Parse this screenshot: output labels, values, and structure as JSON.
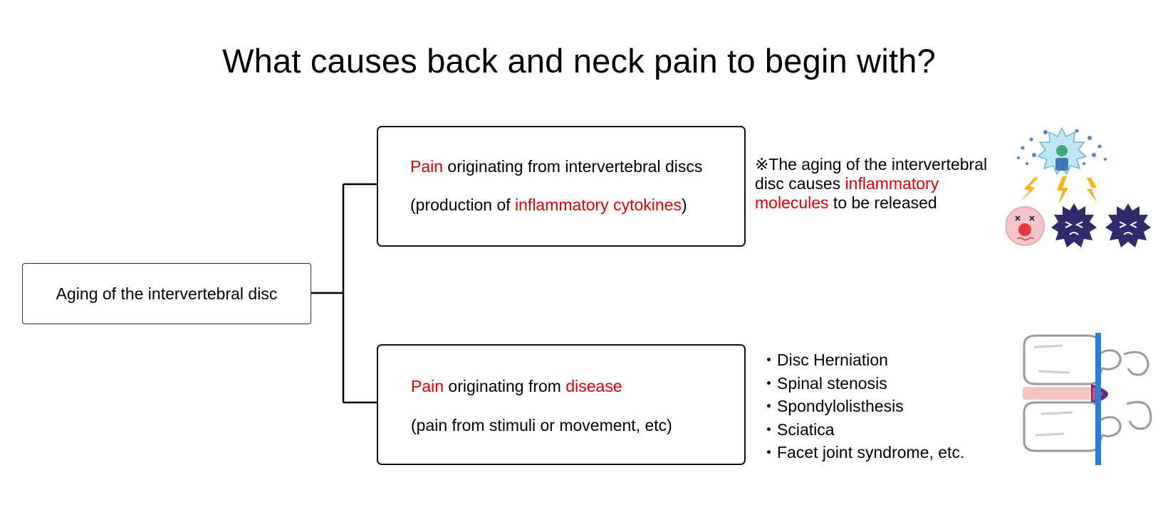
{
  "title": "What causes back and neck pain to begin with?",
  "root": {
    "label": "Aging of the intervertebral disc"
  },
  "branches": [
    {
      "line1": {
        "highlight": "Pain",
        "rest": " originating from intervertebral discs"
      },
      "line2": {
        "prefix": "(production of ",
        "highlight": "inflammatory cytokines",
        "suffix": ")"
      },
      "note": {
        "prefix": "※The aging of the intervertebral disc causes ",
        "highlight": "inflammatory molecules",
        "suffix": " to be released"
      }
    },
    {
      "line1": {
        "highlight": "Pain",
        "rest": " originating from ",
        "highlight2": "disease"
      },
      "line2": {
        "text": "(pain from stimuli or movement, etc)"
      },
      "list": [
        "・Disc Herniation",
        "・Spinal stenosis",
        "・Spondylolisthesis",
        "・Sciatica",
        "・Facet joint syndrome, etc."
      ]
    }
  ],
  "colors": {
    "highlight": "#e00000",
    "text": "#000000",
    "border": "#111111"
  },
  "illustrations": {
    "top": "inflammation-molecules-illustration",
    "bottom": "spine-disc-herniation-illustration"
  }
}
